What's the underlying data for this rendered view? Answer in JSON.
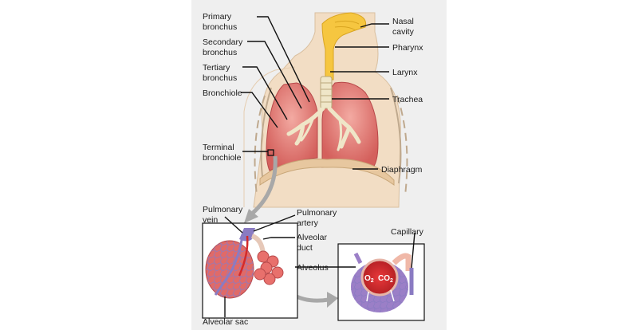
{
  "labels": {
    "primary_bronchus": [
      "Primary",
      "bronchus"
    ],
    "secondary_bronchus": [
      "Secondary",
      "bronchus"
    ],
    "tertiary_bronchus": [
      "Tertiary",
      "bronchus"
    ],
    "bronchiole": "Bronchiole",
    "terminal_bronchiole": [
      "Terminal",
      "bronchiole"
    ],
    "nasal_cavity": [
      "Nasal",
      "cavity"
    ],
    "pharynx": "Pharynx",
    "larynx": "Larynx",
    "trachea": "Trachea",
    "diaphragm": "Diaphragm",
    "pulmonary_vein": [
      "Pulmonary",
      "vein"
    ],
    "pulmonary_artery": [
      "Pulmonary",
      "artery"
    ],
    "alveolar_duct": [
      "Alveolar",
      "duct"
    ],
    "alveolus": "Alveolus",
    "capillary": "Capillary",
    "alveolar_sac": "Alveolar sac"
  },
  "gases": {
    "o2": "O",
    "o2_sub": "2",
    "co2": "CO",
    "co2_sub": "2"
  },
  "colors": {
    "skin": "#f2ddc4",
    "lung": "#e07470",
    "lung_light": "#f0a49c",
    "airway": "#f6c640",
    "bronchi": "#efe6c8",
    "vein": "#8a7bc2",
    "capillary": "#9b7fc7",
    "blood": "#d42a2a"
  }
}
